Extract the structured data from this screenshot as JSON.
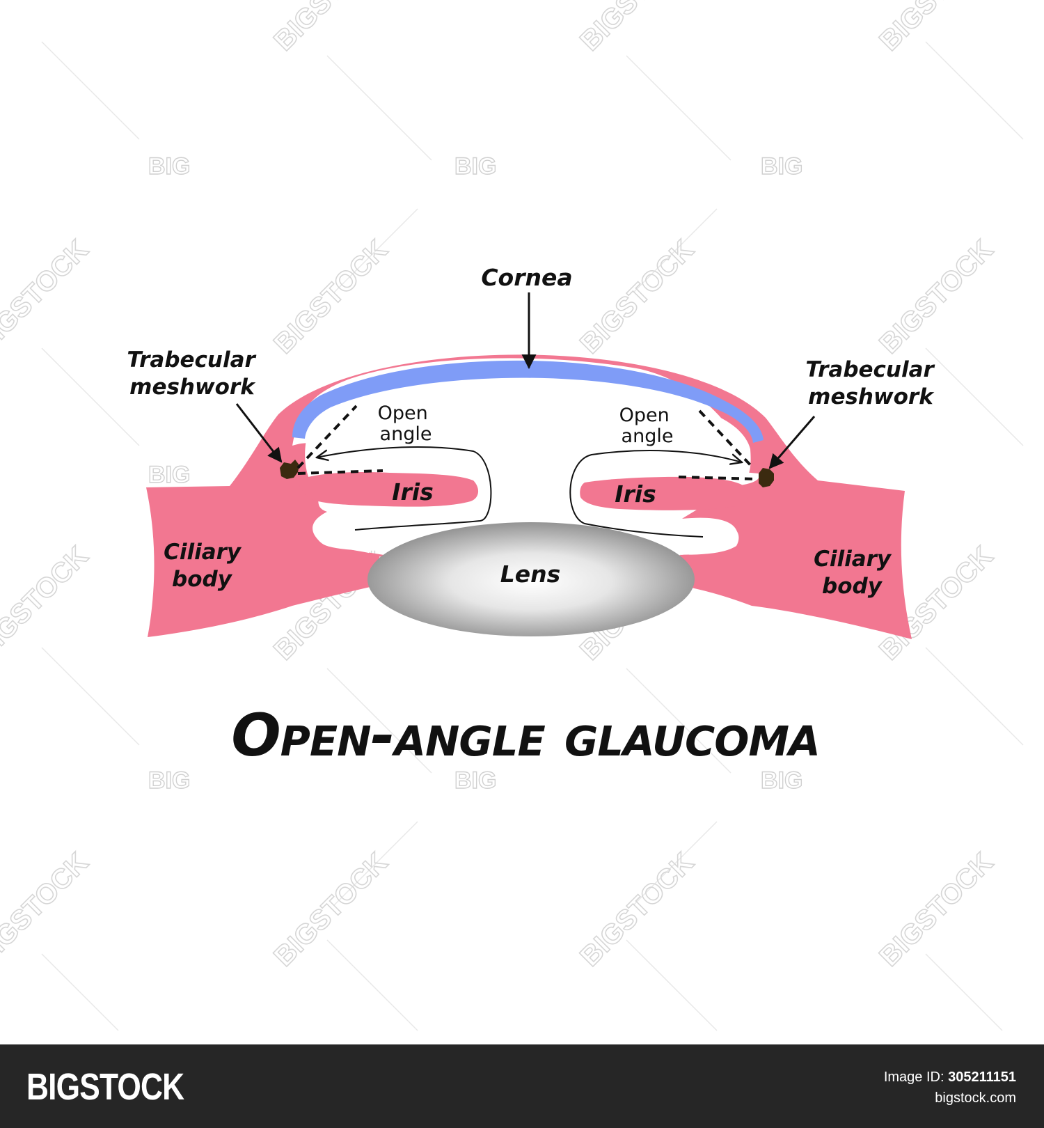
{
  "diagram": {
    "title": "Open-angle glaucoma",
    "labels": {
      "cornea": "Cornea",
      "trabecular_left_line1": "Trabecular",
      "trabecular_left_line2": "meshwork",
      "trabecular_right_line1": "Trabecular",
      "trabecular_right_line2": "meshwork",
      "open_angle_left_line1": "Open",
      "open_angle_left_line2": "angle",
      "open_angle_right_line1": "Open",
      "open_angle_right_line2": "angle",
      "iris_left": "Iris",
      "iris_right": "Iris",
      "ciliary_left_line1": "Ciliary",
      "ciliary_left_line2": "body",
      "ciliary_right_line1": "Ciliary",
      "ciliary_right_line2": "body",
      "lens": "Lens"
    },
    "colors": {
      "tissue": "#f27791",
      "cornea_layer": "#7f9cf7",
      "meshwork": "#3b2a10",
      "lens_edge": "#8a8a8a",
      "lens_center": "#ffffff",
      "text": "#111111"
    }
  },
  "watermark": {
    "word": "BIGSTOCK",
    "short": "BIG"
  },
  "footer": {
    "logo": "BIGSTOCK",
    "image_id_label": "Image ID:",
    "image_id": "305211151",
    "site": "bigstock.com"
  }
}
